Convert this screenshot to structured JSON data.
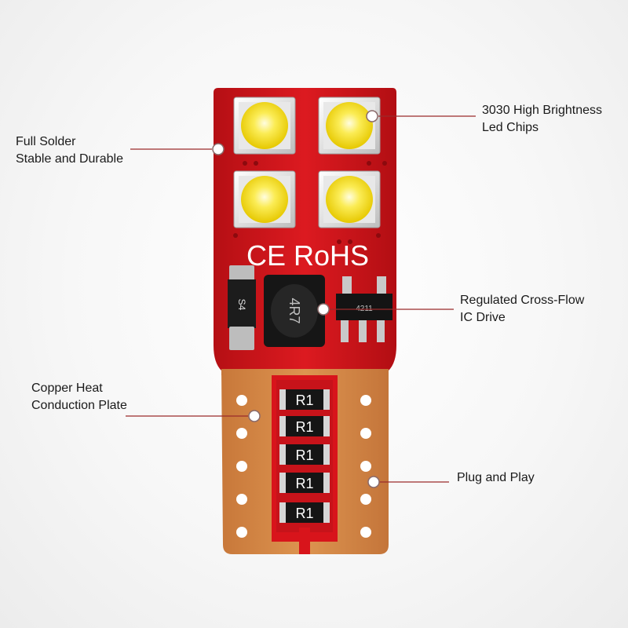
{
  "callouts": {
    "full_solder": {
      "line1": "Full Solder",
      "line2": "Stable and Durable"
    },
    "led_chips": {
      "line1": "3030 High Brightness",
      "line2": "Led Chips"
    },
    "ic_drive": {
      "line1": "Regulated Cross-Flow",
      "line2": "IC Drive"
    },
    "copper_plate": {
      "line1": "Copper Heat",
      "line2": "Conduction Plate"
    },
    "plug_play": {
      "line1": "Plug and Play"
    }
  },
  "board_marks": {
    "certification": "CE RoHS",
    "diode": "S4",
    "inductor": "4R7",
    "ic": "4211",
    "resistor_label": "R1"
  },
  "colors": {
    "pcb_red": "#d8141b",
    "copper": "#d98d46",
    "led_yellow": "#fbec55",
    "leader_line": "#9a2b2b"
  }
}
